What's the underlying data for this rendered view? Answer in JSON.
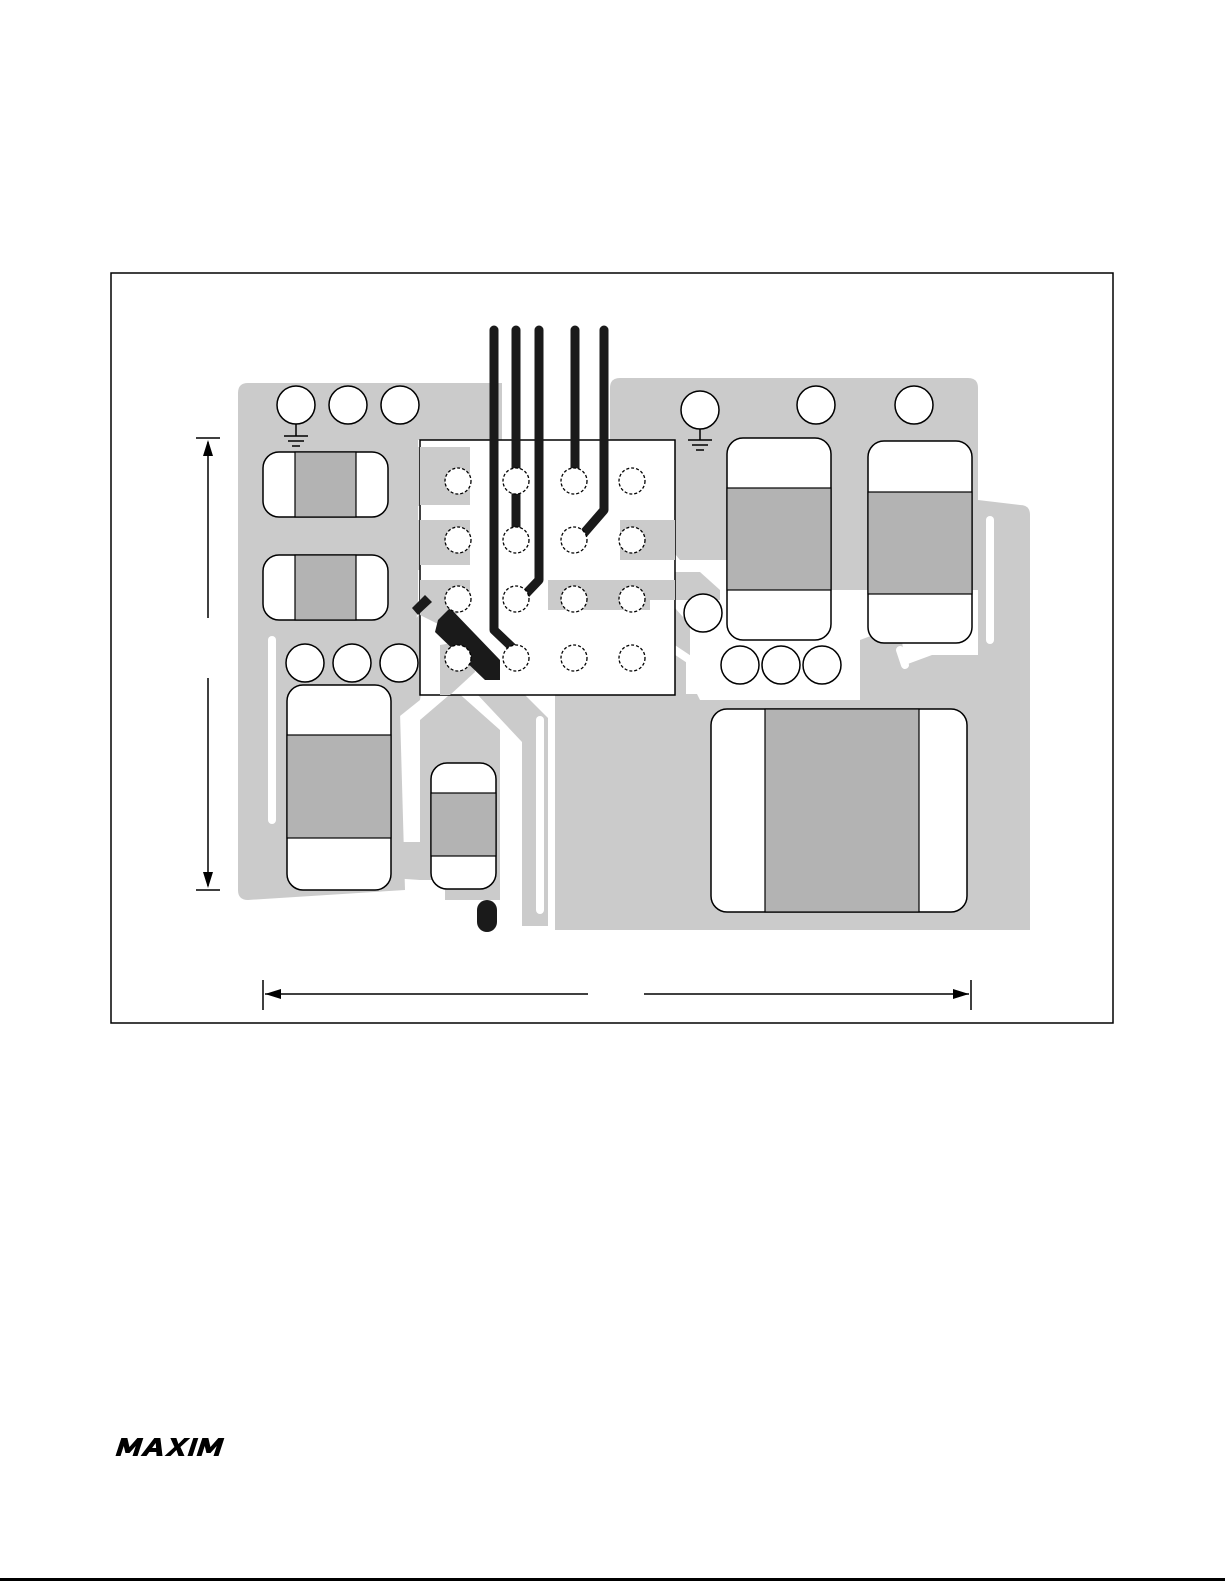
{
  "colors": {
    "copper": "#cbcbcb",
    "pad_body": "#b3b3b3",
    "trace": "#1a1a1a",
    "outline": "#000000",
    "background": "#ffffff"
  },
  "diagram": {
    "via_grid": {
      "rows": 4,
      "cols": 4
    },
    "small_vias_per_group": 3,
    "ground_symbols": 2,
    "dimension_arrows": [
      "vertical",
      "horizontal"
    ]
  },
  "footer": {
    "logo_icon": "maxim-logo-icon",
    "logo_text": "MAXIM"
  }
}
